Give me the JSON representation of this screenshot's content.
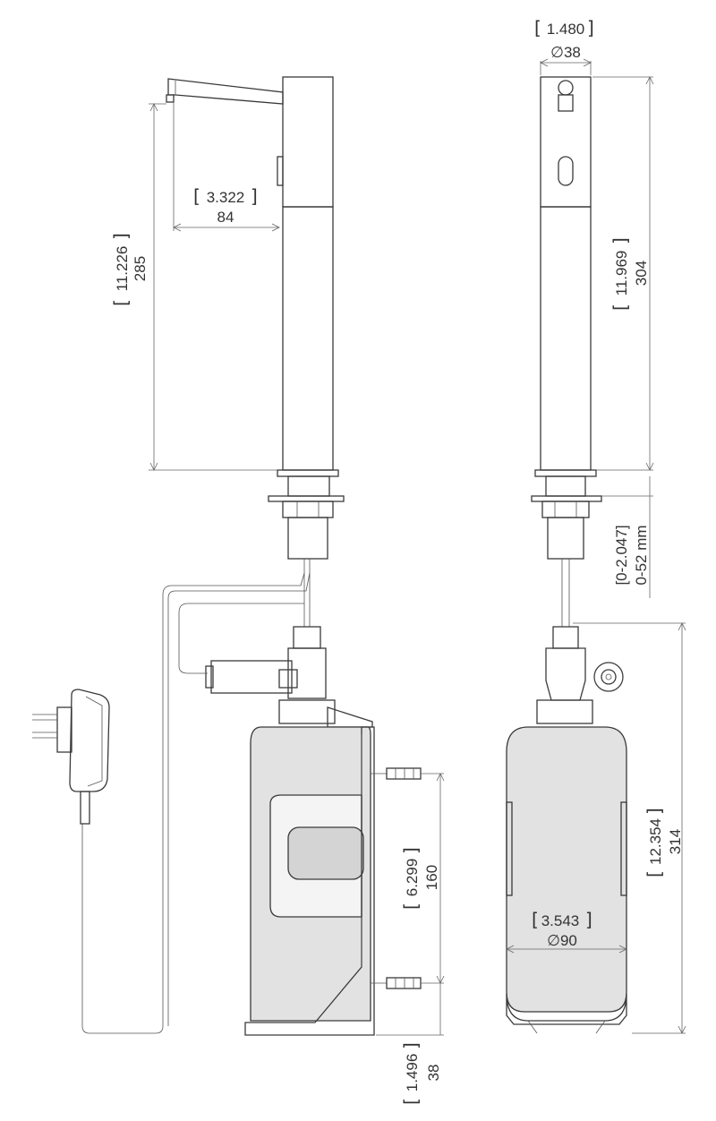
{
  "dimensions": {
    "spout_diameter_in": "1.480",
    "spout_diameter_mm": "∅38",
    "spout_reach_in": "3.322",
    "spout_reach_mm": "84",
    "faucet_height_in": "11.226",
    "faucet_height_mm": "285",
    "side_height_in": "11.969",
    "side_height_mm": "304",
    "deck_range_in": "[0-2.047]",
    "deck_range_mm": "0-52 mm",
    "tank_port_spacing_in": "6.299",
    "tank_port_spacing_mm": "160",
    "tank_height_in": "12.354",
    "tank_height_mm": "314",
    "tank_diameter_in": "3.543",
    "tank_diameter_mm": "∅90",
    "base_height_in": "1.496",
    "base_height_mm": "38"
  }
}
